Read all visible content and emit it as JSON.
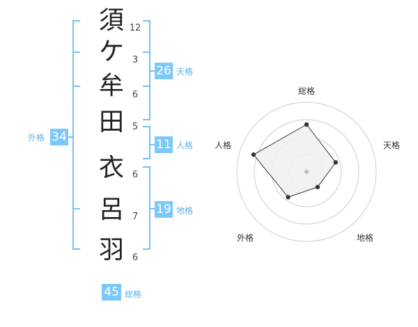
{
  "name_chars": [
    {
      "char": "須",
      "strokes": "12"
    },
    {
      "char": "ケ",
      "strokes": "3"
    },
    {
      "char": "牟",
      "strokes": "6"
    },
    {
      "char": "田",
      "strokes": "5"
    },
    {
      "char": "衣",
      "strokes": "6"
    },
    {
      "char": "呂",
      "strokes": "7"
    },
    {
      "char": "羽",
      "strokes": "6"
    }
  ],
  "fortunes": {
    "tenkaku": {
      "value": "26",
      "label": "天格"
    },
    "jinkaku": {
      "value": "11",
      "label": "人格"
    },
    "chikaku": {
      "value": "19",
      "label": "地格"
    },
    "gaikaku": {
      "value": "34",
      "label": "外格"
    },
    "soukaku": {
      "value": "45",
      "label": "総格"
    }
  },
  "radar": {
    "axes": [
      "総格",
      "天格",
      "地格",
      "外格",
      "人格"
    ],
    "values": [
      0.68,
      0.44,
      0.27,
      0.45,
      0.8
    ],
    "colors": {
      "fill": "#f0f0f0",
      "line": "#333333",
      "ring": "#cccccc",
      "point": "#333333",
      "center": "#bbbbbb"
    }
  }
}
